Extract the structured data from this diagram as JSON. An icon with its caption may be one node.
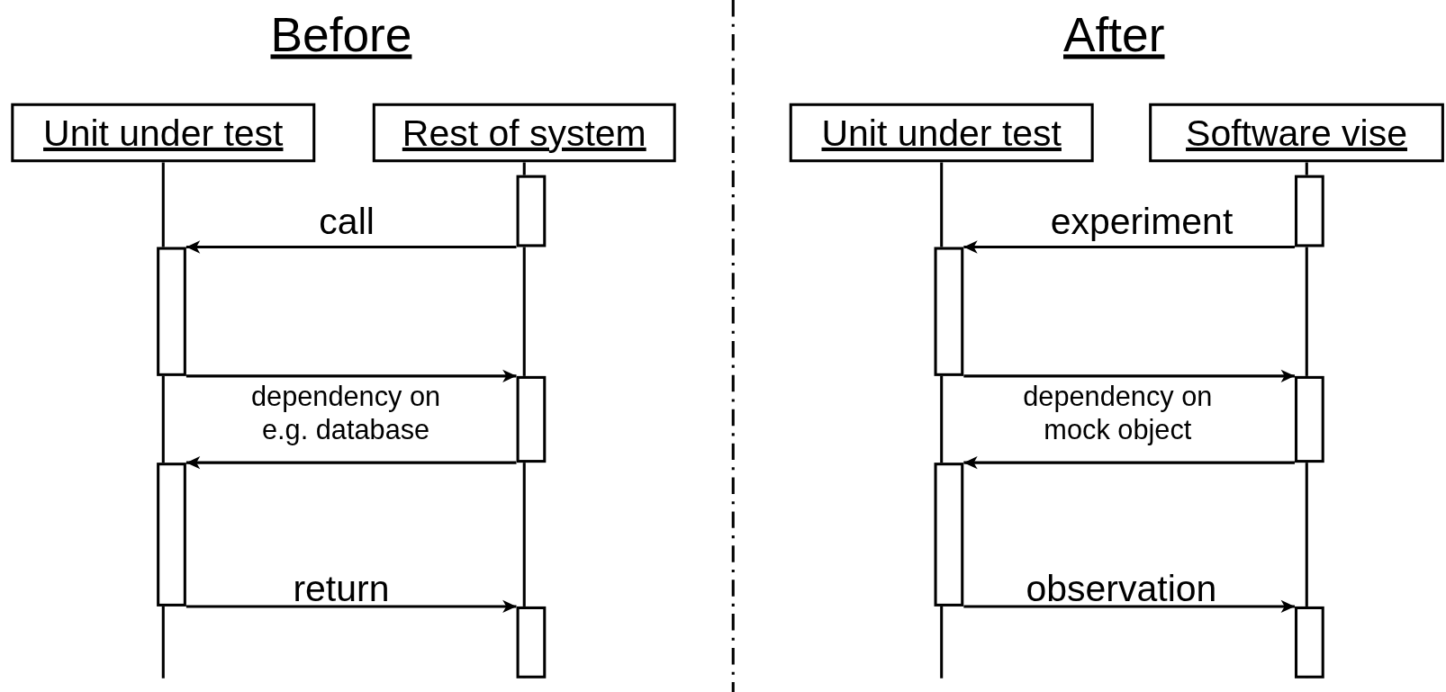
{
  "diagram": {
    "nodes": [
      {
        "text": [
          "Unit under test"
        ]
      },
      {
        "text": [
          "Rest of system"
        ]
      },
      {
        "text": [],
        "shape": "bar"
      },
      {
        "text": [],
        "shape": "bar"
      },
      {
        "text": [],
        "shape": "bar"
      },
      {
        "text": [],
        "shape": "bar"
      },
      {
        "text": [],
        "shape": "bar"
      },
      {
        "text": [
          "Unit under test"
        ]
      },
      {
        "text": [
          "Software vise"
        ]
      },
      {
        "text": [],
        "shape": "bar"
      },
      {
        "text": [],
        "shape": "bar"
      },
      {
        "text": [],
        "shape": "bar"
      },
      {
        "text": [],
        "shape": "bar"
      },
      {
        "text": [],
        "shape": "bar"
      }
    ],
    "edges": [
      {
        "from": 2,
        "to": 3,
        "arrow": "to",
        "label": "call"
      },
      {
        "from": 3,
        "to": 4,
        "arrow": "to",
        "label": "dependency on e.g. database"
      },
      {
        "from": 4,
        "to": 5,
        "arrow": "to"
      },
      {
        "from": 5,
        "to": 6,
        "arrow": "to",
        "label": "return"
      },
      {
        "from": 9,
        "to": 10,
        "arrow": "to",
        "label": "experiment"
      },
      {
        "from": 10,
        "to": 11,
        "arrow": "to",
        "label": "dependency on mock object"
      },
      {
        "from": 11,
        "to": 12,
        "arrow": "to"
      },
      {
        "from": 12,
        "to": 13,
        "arrow": "to",
        "label": "observation"
      }
    ],
    "labels": [
      "Before",
      "After"
    ]
  }
}
